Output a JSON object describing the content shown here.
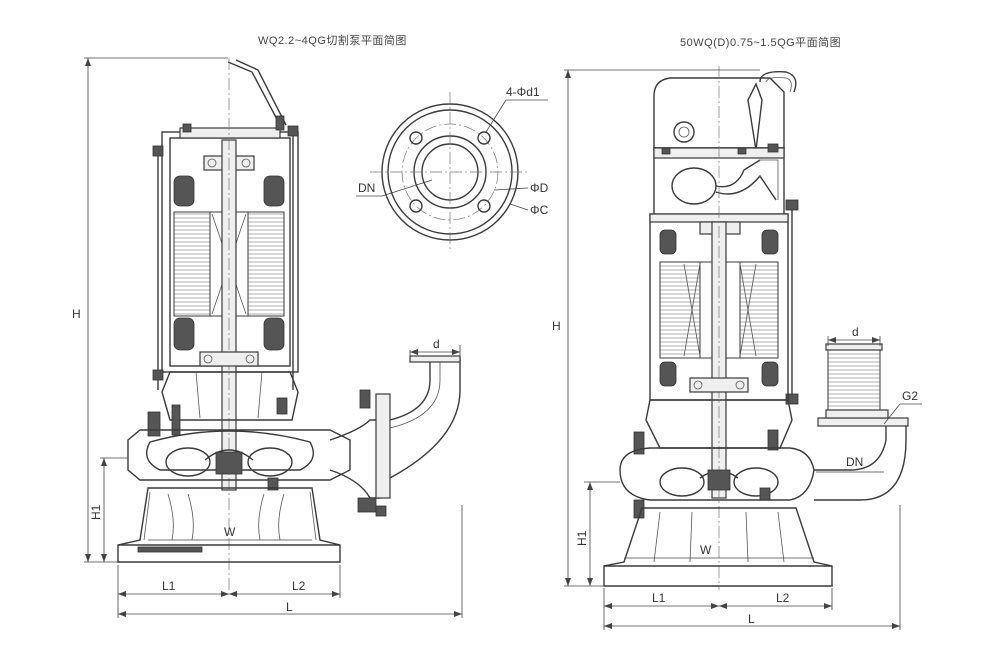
{
  "left_view": {
    "title": "WQ2.2~4QG切割泵平面简图",
    "labels": {
      "H": "H",
      "H1": "H1",
      "W": "W",
      "L1": "L1",
      "L2": "L2",
      "L": "L",
      "d": "d"
    }
  },
  "flange_view": {
    "labels": {
      "holes": "4-Φd1",
      "DN": "DN",
      "D": "ΦD",
      "C": "ΦC"
    }
  },
  "right_view": {
    "title": "50WQ(D)0.75~1.5QG平面简图",
    "labels": {
      "H": "H",
      "H1": "H1",
      "W": "W",
      "L1": "L1",
      "L2": "L2",
      "L": "L",
      "d": "d",
      "G2": "G2",
      "DN": "DN"
    }
  }
}
